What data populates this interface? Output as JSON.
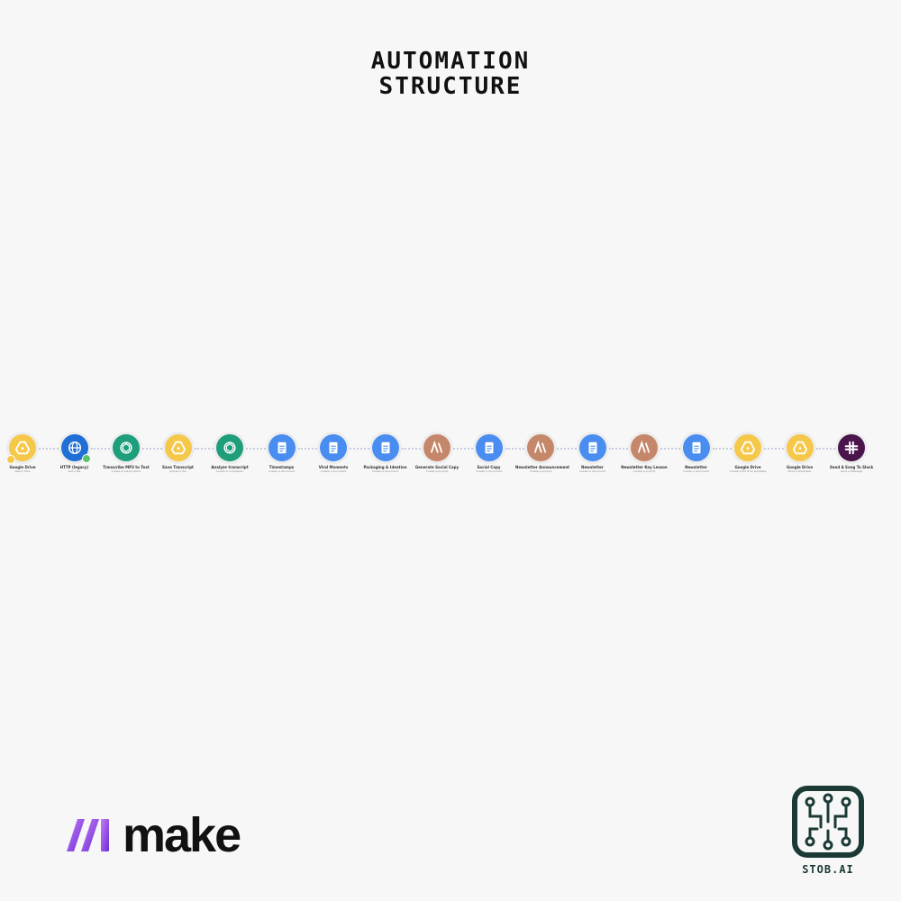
{
  "header": {
    "title_line1": "AUTOMATION",
    "title_line2": "STRUCTURE"
  },
  "modules": [
    {
      "label": "Google Drive",
      "sublabel": "Watch Files",
      "icon": "google-drive-icon",
      "color": "#f6c84a"
    },
    {
      "label": "HTTP (legacy)",
      "sublabel": "Get a file",
      "icon": "globe-icon",
      "color": "#1f6fd6"
    },
    {
      "label": "Transcribe MP3 to Text",
      "sublabel": "Create a transcription",
      "icon": "openai-icon",
      "color": "#1e9e7a"
    },
    {
      "label": "Save Transcript",
      "sublabel": "Upload a file",
      "icon": "google-drive-icon",
      "color": "#f6c84a"
    },
    {
      "label": "Analyze transcript",
      "sublabel": "Create a completion",
      "icon": "openai-icon",
      "color": "#1e9e7a"
    },
    {
      "label": "Timestamps",
      "sublabel": "Create a document",
      "icon": "google-docs-icon",
      "color": "#4a8df0"
    },
    {
      "label": "Viral Moments",
      "sublabel": "Create a document",
      "icon": "google-docs-icon",
      "color": "#4a8df0"
    },
    {
      "label": "Packaging & Ideation",
      "sublabel": "Create a document",
      "icon": "google-docs-icon",
      "color": "#4a8df0"
    },
    {
      "label": "Generate Social Copy",
      "sublabel": "Create a prompt",
      "icon": "anthropic-icon",
      "color": "#c5876a"
    },
    {
      "label": "Social Copy",
      "sublabel": "Create a document",
      "icon": "google-docs-icon",
      "color": "#4a8df0"
    },
    {
      "label": "Newsletter Announcement",
      "sublabel": "Create a prompt",
      "icon": "anthropic-icon",
      "color": "#c5876a"
    },
    {
      "label": "Newsletter",
      "sublabel": "Create a document",
      "icon": "google-docs-icon",
      "color": "#4a8df0"
    },
    {
      "label": "Newsletter Key Lesson",
      "sublabel": "Create a prompt",
      "icon": "anthropic-icon",
      "color": "#c5876a"
    },
    {
      "label": "Newsletter",
      "sublabel": "Create a document",
      "icon": "google-docs-icon",
      "color": "#4a8df0"
    },
    {
      "label": "Google Drive",
      "sublabel": "Create a file from template",
      "icon": "google-drive-icon",
      "color": "#f6c84a"
    },
    {
      "label": "Google Drive",
      "sublabel": "Move a file/folder",
      "icon": "google-drive-icon",
      "color": "#f6c84a"
    },
    {
      "label": "Send A Song To Slack",
      "sublabel": "Send a Message",
      "icon": "slack-icon",
      "color": "#4a154b"
    }
  ],
  "footer": {
    "make_brand": "make",
    "stob_brand": "STOB.AI"
  },
  "colors": {
    "background": "#f7f7f7",
    "make_gradient_start": "#b26bf1",
    "make_gradient_end": "#6a2cd6",
    "stob_dark": "#1b3a36"
  }
}
